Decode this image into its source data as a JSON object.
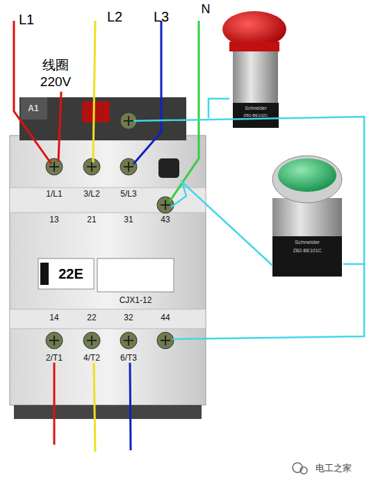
{
  "diagram": {
    "labels": [
      "L1",
      "L2",
      "L3",
      "N",
      "线圈",
      "220V",
      "A1",
      "1/L1",
      "3/L2",
      "5/L3",
      "13",
      "21",
      "31",
      "43",
      "22E",
      "CJX1-12",
      "14",
      "22",
      "32",
      "44",
      "2/T1",
      "4/T2",
      "6/T3",
      "Schneider",
      "ZB2-BE102C",
      "Schneider",
      "ZB2-BE101C",
      "电工之家"
    ]
  }
}
